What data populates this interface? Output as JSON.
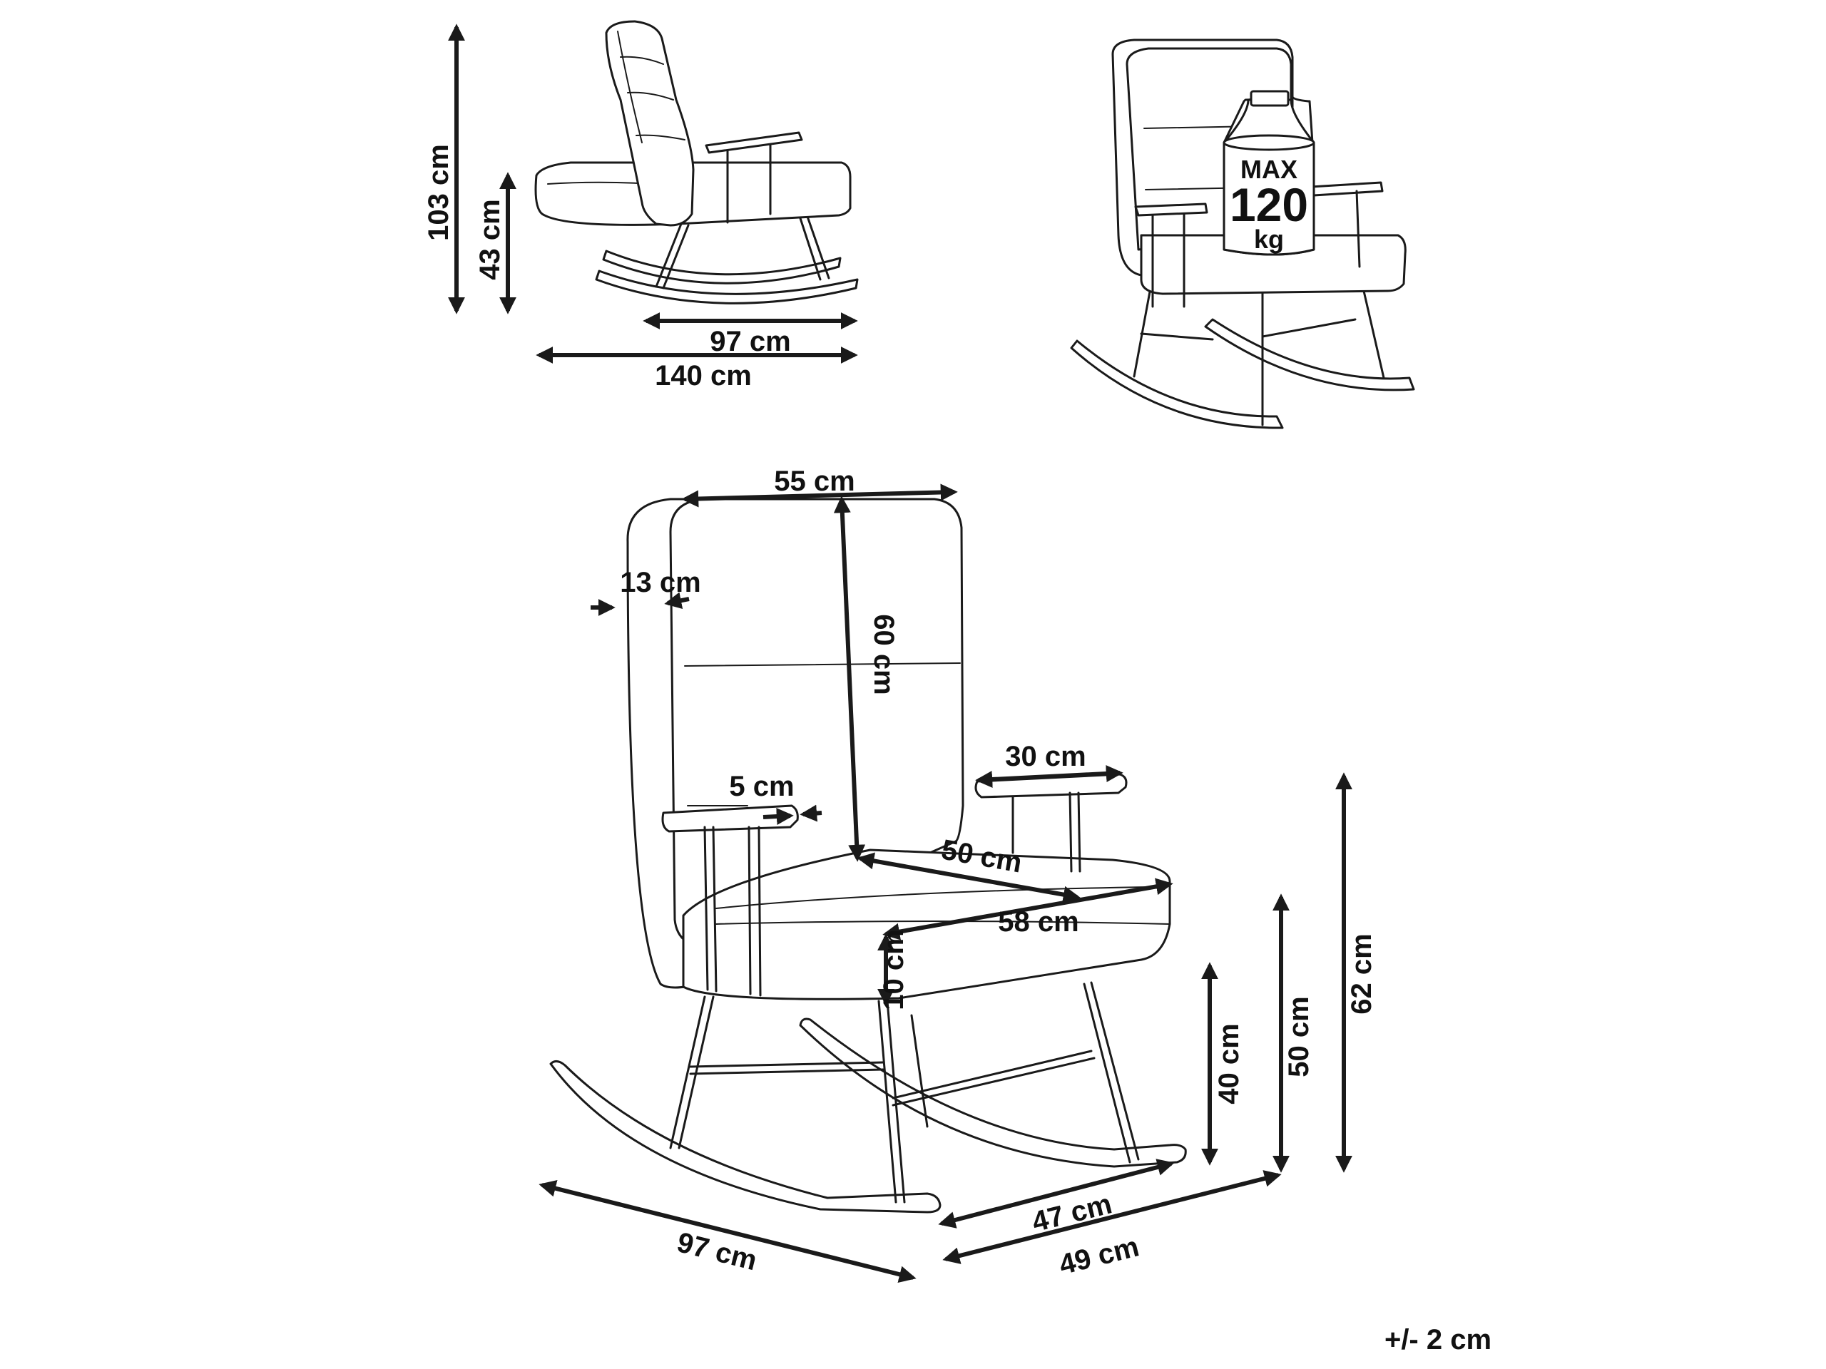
{
  "top_left_view": {
    "height_total": "103 cm",
    "seat_height": "43 cm",
    "rocker_length": "97 cm",
    "total_depth_reclined": "140 cm"
  },
  "top_right_view": {
    "max_load_line1": "MAX",
    "max_load_line2": "120",
    "max_load_line3": "kg"
  },
  "main_view": {
    "backrest_width": "55 cm",
    "backrest_height": "60 cm",
    "backrest_thickness": "13 cm",
    "armrest_width": "5 cm",
    "armrest_length": "30 cm",
    "seat_depth": "50 cm",
    "seat_width": "58 cm",
    "seat_thickness": "10 cm",
    "seat_height": "40 cm",
    "armrest_floor_height": "50 cm",
    "armrest_height_total": "62 cm",
    "rocker_depth": "97 cm",
    "inner_width": "47 cm",
    "outer_width": "49 cm"
  },
  "tolerance": "+/- 2 cm"
}
